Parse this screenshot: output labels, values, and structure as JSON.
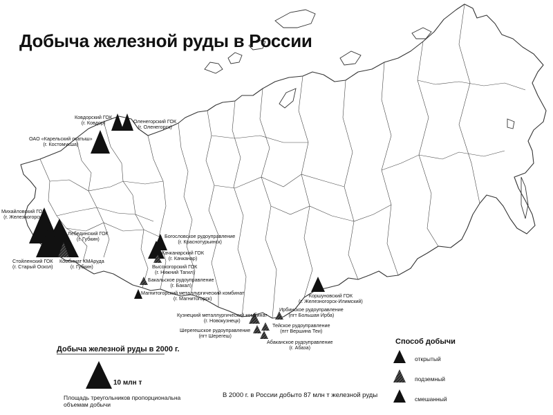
{
  "title": "Добыча железной руды в России",
  "sites": [
    {
      "name": "Ковдорский ГОК",
      "city": "(г. Ковдор)"
    },
    {
      "name": "Оленегорский ГОК",
      "city": "(г. Оленегорск)"
    },
    {
      "name": "ОАО «Карельский окатыш»",
      "city": "(г. Костомукша)"
    },
    {
      "name": "Михайловский ГОК",
      "city": "(г. Железногорск)"
    },
    {
      "name": "Лебединский ГОК",
      "city": "(г. Губкин)"
    },
    {
      "name": "Стойленский ГОК",
      "city": "(г. Старый Оскол)"
    },
    {
      "name": "Комбинат КМАруда",
      "city": "(г. Губкин)"
    },
    {
      "name": "Богословское рудоуправление",
      "city": "(г. Краснотурьинск)"
    },
    {
      "name": "Качканарский ГОК",
      "city": "(г. Качканар)"
    },
    {
      "name": "Высокогорский ГОК",
      "city": "(г. Нижний Тагил)"
    },
    {
      "name": "Бакальское рудоуправление",
      "city": "(г. Бакал)"
    },
    {
      "name": "Магнитогорский металлургический комбинат",
      "city": "(г. Магнитогорск)"
    },
    {
      "name": "Коршуновский ГОК",
      "city": "(г. Железногорск-Илимский)"
    },
    {
      "name": "Кузнецкий металлургический комбинат",
      "city": "(г. Новокузнецк)"
    },
    {
      "name": "Ирбинское рудоуправление",
      "city": "(пгт Большая Ирба)"
    },
    {
      "name": "Тейское рудоуправление",
      "city": "(пгт Вершина Теи)"
    },
    {
      "name": "Шерегешское рудоуправление",
      "city": "(пгт Шерегеш)"
    },
    {
      "name": "Абаканское рудоуправление",
      "city": "(г. Абаза)"
    }
  ],
  "legend_size": {
    "title": "Добыча железной руды в 2000 г.",
    "value_label": "10 млн т",
    "note_line1": "Площадь треугольников пропорциональна",
    "note_line2": "объемам добычи"
  },
  "legend_method": {
    "title": "Способ добычи",
    "items": [
      "открытый",
      "подземный",
      "смешанный"
    ]
  },
  "footnote": "В 2000 г. в России добыто 87 млн т железной руды"
}
